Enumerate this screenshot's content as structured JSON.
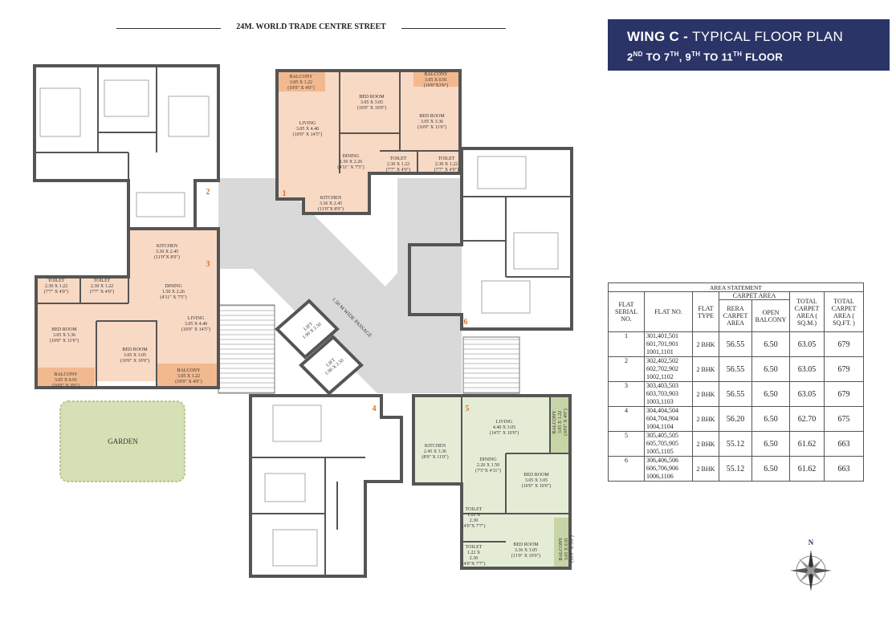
{
  "street_label": "24M. WORLD TRADE CENTRE STREET",
  "title": {
    "wing": "WING C",
    "dash": " - ",
    "plan": "TYPICAL FLOOR PLAN",
    "floors_html": "2<sup>ND</sup> TO 7<sup>TH</sup>, 9<sup>TH</sup> TO 11<sup>TH</sup> FLOOR"
  },
  "garden_label": "GARDEN",
  "passage_label": "1.50 M WIDE PASSAGE",
  "compass_label": "N",
  "colors": {
    "flat1": "#f8d9c4",
    "flat3": "#f8d9c4",
    "flat5": "#e5ecd6",
    "balcony_orange": "#f2b98f",
    "balcony_green": "#c7d5a6",
    "garden": "#d5e0b5",
    "title_bg": "#2b3466",
    "unit_number": "#e07020",
    "corridor": "#d9d9d9",
    "wall": "#555555"
  },
  "unit_numbers": [
    "1",
    "2",
    "3",
    "4",
    "5",
    "6"
  ],
  "lifts": [
    {
      "name": "LIFT",
      "size": "1.90 X 2.50"
    },
    {
      "name": "LIFT",
      "size": "1.90 X 2.50"
    }
  ],
  "rooms": [
    {
      "lines": [
        "BALCONY",
        "3.05 X 1.22",
        "(10'0\" X 4'0\")"
      ]
    },
    {
      "lines": [
        "BED ROOM",
        "3.05 X 3.05",
        "(10'0\" X 10'0\")"
      ]
    },
    {
      "lines": [
        "BALCONY",
        "3.05 X 0.91",
        "(10'0\"X3'0\")"
      ]
    },
    {
      "lines": [
        "BED ROOM",
        "3.05 X 3.36",
        "(10'0\" X 11'0\")"
      ]
    },
    {
      "lines": [
        "LIVING",
        "3.05 X 4.40",
        "(10'0\" X 14'5\")"
      ]
    },
    {
      "lines": [
        "DINING",
        "1.50 X 2.26",
        "(4'11\" X 7'5\")"
      ]
    },
    {
      "lines": [
        "TOILET",
        "2.30 X 1.22",
        "(7'7\" X 4'0\")"
      ]
    },
    {
      "lines": [
        "TOILET",
        "2.30 X 1.22",
        "(7'7\" X 4'0\")"
      ]
    },
    {
      "lines": [
        "KITCHEN",
        "3.36 X 2.45",
        "(11'0\"X 8'0\")"
      ]
    },
    {
      "lines": [
        "KITCHEN",
        "3.36 X 2.45",
        "(11'0\"X 8'0\")"
      ]
    },
    {
      "lines": [
        "TOILET",
        "2.30 X 1.22",
        "(7'7\" X 4'0\")"
      ]
    },
    {
      "lines": [
        "TOILET",
        "2.30 X 1.22",
        "(7'7\" X 4'0\")"
      ]
    },
    {
      "lines": [
        "DINING",
        "1.50 X 2.26",
        "(4'11\" X 7'5\")"
      ]
    },
    {
      "lines": [
        "LIVING",
        "3.05 X 4.40",
        "(10'0\" X 14'5\")"
      ]
    },
    {
      "lines": [
        "BED ROOM",
        "3.05 X 3.36",
        "(10'0\" X 11'0\")"
      ]
    },
    {
      "lines": [
        "BED ROOM",
        "3.05 X 3.05",
        "(10'0\" X 10'0\")"
      ]
    },
    {
      "lines": [
        "BALCONY",
        "3.05 X 0.91",
        "(10'0\" X 3'0\")"
      ]
    },
    {
      "lines": [
        "BALCONY",
        "3.05 X 1.22",
        "(10'0\" X 4'0\")"
      ]
    },
    {
      "lines": [
        "LIVING",
        "4.40 X 3.05",
        "(14'5\" X 10'0\")"
      ]
    },
    {
      "lines": [
        "KITCHEN",
        "2.45 X 3.36",
        "(8'0\" X 11'0\")"
      ]
    },
    {
      "lines": [
        "DINING",
        "2.26 X 1.50",
        "(7'5\"X 4'11\")"
      ]
    },
    {
      "lines": [
        "BED ROOM",
        "3.05 X 3.05",
        "(10'0\" X 10'0\")"
      ]
    },
    {
      "lines": [
        "TOILET",
        "1.22 X",
        "2.30",
        "(4'0\"X 7'7\")"
      ]
    },
    {
      "lines": [
        "TOILET",
        "1.22 X",
        "2.30",
        "(4'0\"X 7'7\")"
      ]
    },
    {
      "lines": [
        "BED ROOM",
        "3.36 X 3.05",
        "(11'0\" X 10'0\")"
      ]
    },
    {
      "lines": [
        "BALCONY",
        "3.05 X 1.22",
        "(10'0\" X 4'0\")"
      ]
    },
    {
      "lines": [
        "BALCONY",
        "3.05 X 0.91",
        "(10'0\" X 3'0\")"
      ]
    }
  ],
  "area_statement": {
    "title": "AREA STATEMENT",
    "headers": {
      "serial": "FLAT SERIAL NO.",
      "flat_no": "FLAT NO.",
      "flat_type": "FLAT TYPE",
      "carpet_area": "CARPET AREA",
      "rera": "RERA CARPET AREA",
      "open_balcony": "OPEN BALCONY",
      "total_sqm": "TOTAL CARPET AREA ( SQ.M.)",
      "total_sqft": "TOTAL CARPET AREA ( SQ.FT. )"
    },
    "rows": [
      {
        "serial": "1",
        "flats": [
          "301,401,501",
          "601,701,901",
          "1001,1101"
        ],
        "type": "2 BHK",
        "rera": "56.55",
        "balcony": "6.50",
        "total_sqm": "63.05",
        "total_sqft": "679"
      },
      {
        "serial": "2",
        "flats": [
          "302,402,502",
          "602,702,902",
          "1002,1102"
        ],
        "type": "2 BHK",
        "rera": "56.55",
        "balcony": "6.50",
        "total_sqm": "63.05",
        "total_sqft": "679"
      },
      {
        "serial": "3",
        "flats": [
          "303,403,503",
          "603,703,903",
          "1003,1103"
        ],
        "type": "2 BHK",
        "rera": "56.55",
        "balcony": "6.50",
        "total_sqm": "63.05",
        "total_sqft": "679"
      },
      {
        "serial": "4",
        "flats": [
          "304,404,504",
          "604,704,904",
          "1004,1104"
        ],
        "type": "2 BHK",
        "rera": "56.20",
        "balcony": "6.50",
        "total_sqm": "62.70",
        "total_sqft": "675"
      },
      {
        "serial": "5",
        "flats": [
          "305,405,505",
          "605,705,905",
          "1005,1105"
        ],
        "type": "2 BHK",
        "rera": "55.12",
        "balcony": "6.50",
        "total_sqm": "61.62",
        "total_sqft": "663"
      },
      {
        "serial": "6",
        "flats": [
          "306,406,506",
          "606,706,906",
          "1006,1106"
        ],
        "type": "2 BHK",
        "rera": "55.12",
        "balcony": "6.50",
        "total_sqm": "61.62",
        "total_sqft": "663"
      }
    ]
  }
}
